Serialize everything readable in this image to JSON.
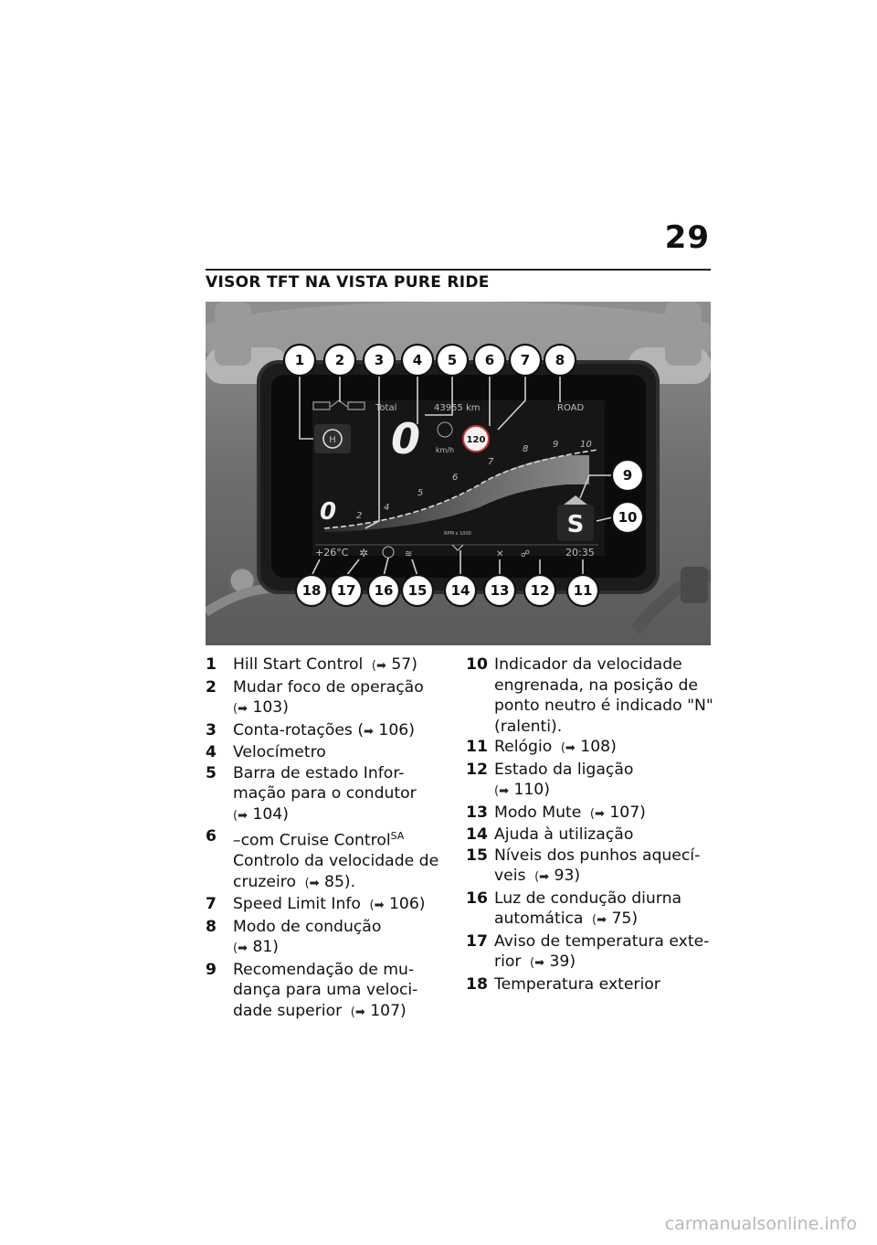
{
  "page": {
    "number": "29",
    "title": "VISOR TFT NA VISTA PURE RIDE"
  },
  "display": {
    "total_label": "Total",
    "odometer": "43955 km",
    "mode": "ROAD",
    "speed": "0",
    "speed_unit": "km/h",
    "speed_limit": "120",
    "gear": "0",
    "shift_gear": "S",
    "rpm_label": "RPM x 1000",
    "rpm_ticks": [
      "2",
      "4",
      "5",
      "6",
      "7",
      "8",
      "9",
      "10"
    ],
    "temperature": "+26°C",
    "clock": "20:35",
    "mode_icon": "H"
  },
  "callouts": [
    "1",
    "2",
    "3",
    "4",
    "5",
    "6",
    "7",
    "8",
    "9",
    "10",
    "11",
    "12",
    "13",
    "14",
    "15",
    "16",
    "17",
    "18"
  ],
  "legend_left": [
    {
      "num": "1",
      "text": "Hill Start Control",
      "ref": "57)"
    },
    {
      "num": "2",
      "text": "Mudar foco de operação",
      "ref": "103)"
    },
    {
      "num": "3",
      "text": "Conta-rotações (",
      "ref": "106)"
    },
    {
      "num": "4",
      "text": "Velocímetro",
      "ref": ""
    },
    {
      "num": "5",
      "text": "Barra de estado Infor-mação para o condutor",
      "ref": "104)"
    },
    {
      "num": "6",
      "text": "–com Cruise Control",
      "sup": "SA",
      "text2": "Controlo da velocidade de cruzeiro",
      "ref": "85)."
    },
    {
      "num": "7",
      "text": "Speed Limit Info",
      "ref": "106)"
    },
    {
      "num": "8",
      "text": "Modo de condução",
      "ref": "81)"
    },
    {
      "num": "9",
      "text": "Recomendação de mu-dança para uma veloci-dade superior",
      "ref": "107)"
    }
  ],
  "legend_right": [
    {
      "num": "10",
      "text": "Indicador da velocidade engrenada, na posição de ponto neutro é indicado \"N\" (ralenti).",
      "ref": ""
    },
    {
      "num": "11",
      "text": "Relógio",
      "ref": "108)"
    },
    {
      "num": "12",
      "text": "Estado da ligação",
      "ref": "110)"
    },
    {
      "num": "13",
      "text": "Modo Mute",
      "ref": "107)"
    },
    {
      "num": "14",
      "text": "Ajuda à utilização",
      "ref": ""
    },
    {
      "num": "15",
      "text": "Níveis dos punhos aquecí-veis",
      "ref": "93)"
    },
    {
      "num": "16",
      "text": "Luz de condução diurna automática",
      "ref": "75)"
    },
    {
      "num": "17",
      "text": "Aviso de temperatura exte-rior",
      "ref": "39)"
    },
    {
      "num": "18",
      "text": "Temperatura exterior",
      "ref": ""
    }
  ],
  "watermark": "carmanualsonline.info"
}
